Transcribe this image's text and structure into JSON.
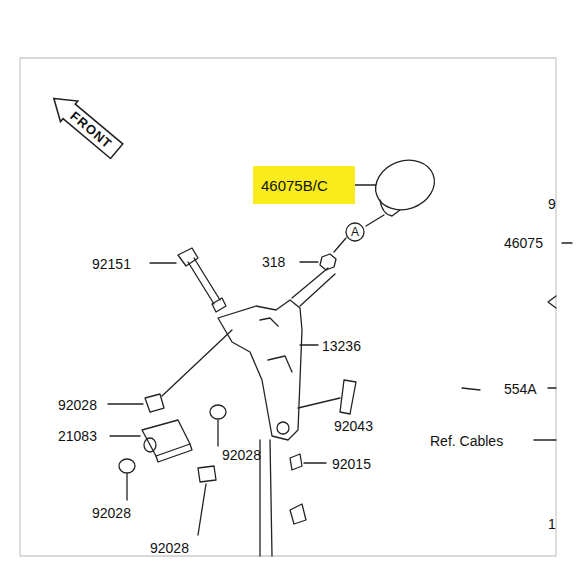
{
  "diagram": {
    "nodes": [
      {
        "text": [
          "FRONT"
        ]
      },
      {
        "text": [
          "46075B/C"
        ]
      },
      {
        "text": [
          "A"
        ]
      }
    ],
    "labels": [
      "9",
      "46075",
      "92151",
      "318",
      "13236",
      "554A",
      "92028",
      "92043",
      "21083",
      "92028",
      "Ref. Cables",
      "92015",
      "92028",
      "92028",
      "1"
    ]
  }
}
